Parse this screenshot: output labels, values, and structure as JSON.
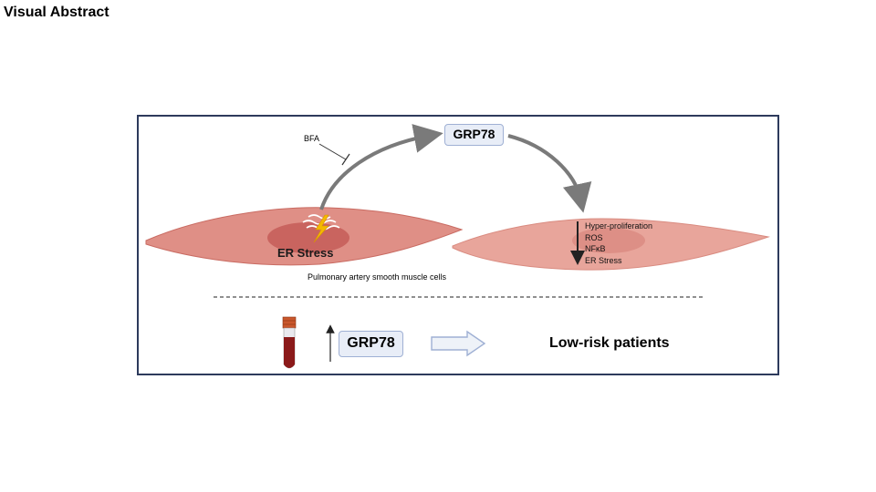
{
  "page_title": "Visual Abstract",
  "inhibitor_label": "BFA",
  "protein_label": "GRP78",
  "left_cell_label": "ER Stress",
  "cell_type_caption": "Pulmonary artery smooth muscle cells",
  "downregulated_effects": [
    "Hyper-proliferation",
    "ROS",
    "NFκB",
    "ER Stress"
  ],
  "biomarker_label": "GRP78",
  "outcome_label": "Low-risk patients",
  "colors": {
    "frame_border": "#2d3a5c",
    "cell_fill": "#df8f86",
    "nucleus_fill": "#c9645f",
    "arrow_gray": "#7a7a7a",
    "badge_fill": "#e8edf7",
    "badge_border": "#9fb0d4",
    "lightning": "#f5b800",
    "blood_tube": "#8b1a1a"
  },
  "icons": [
    "lightning-icon",
    "er-membrane-icon",
    "blood-tube-icon",
    "up-arrow-icon",
    "hollow-right-arrow-icon",
    "down-arrow-icon",
    "inhibition-icon"
  ]
}
